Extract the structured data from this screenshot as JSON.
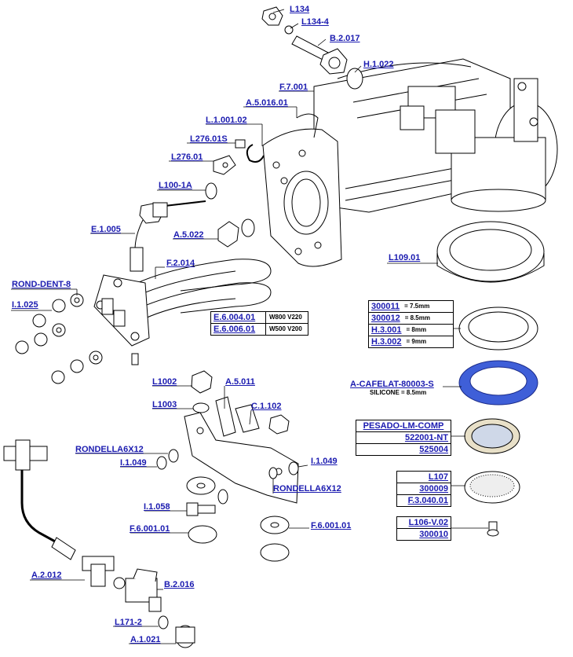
{
  "labels": {
    "l134": "L134",
    "l134_4": "L134-4",
    "b2017": "B.2.017",
    "h1022": "H.1.022",
    "f7001": "F.7.001",
    "a5016": "A.5.016.01",
    "l100102": "L.1.001.02",
    "l27601s": "L276.01S",
    "l27601": "L276.01",
    "l1001a": "L100-1A",
    "e1005": "E.1.005",
    "a5022": "A.5.022",
    "f2014": "F.2.014",
    "ronddent": "ROND-DENT-8",
    "i1025": "I.1.025",
    "l10901": "L109.01",
    "l1002": "L1002",
    "a5011": "A.5.011",
    "l1003": "L1003",
    "c1102": "C.1.102",
    "rond1": "RONDELLA6X12",
    "i1049a": "I.1.049",
    "i1049b": "I.1.049",
    "rond2": "RONDELLA6X12",
    "i1058": "I.1.058",
    "f6001a": "F.6.001.01",
    "f6001b": "F.6.001.01",
    "a2012": "A.2.012",
    "b2016": "B.2.016",
    "l1712": "L171-2",
    "a1021": "A.1.021",
    "cafelat": "A-CAFELAT-80003-S",
    "cafelat_note": "SILICONE = 8.5mm"
  },
  "gasket_box": [
    {
      "code": "300011",
      "note": "= 7.5mm"
    },
    {
      "code": "300012",
      "note": "= 8.5mm"
    },
    {
      "code": "H.3.001",
      "note": "= 8mm"
    },
    {
      "code": "H.3.002",
      "note": "= 9mm"
    }
  ],
  "element_box": [
    {
      "code": "E.6.004.01",
      "note": "W800 V220"
    },
    {
      "code": "E.6.006.01",
      "note": "W500 V200"
    }
  ],
  "shower_box": [
    "PESADO-LM-COMP",
    "522001-NT",
    "525004"
  ],
  "screen_box": [
    "L107",
    "300009",
    "F.3.040.01"
  ],
  "screw_box": [
    "L106-V.02",
    "300010"
  ],
  "colors": {
    "label_blue": "#1b1bb0",
    "gasket_blue": "#3f5fd8",
    "line": "#000000"
  }
}
